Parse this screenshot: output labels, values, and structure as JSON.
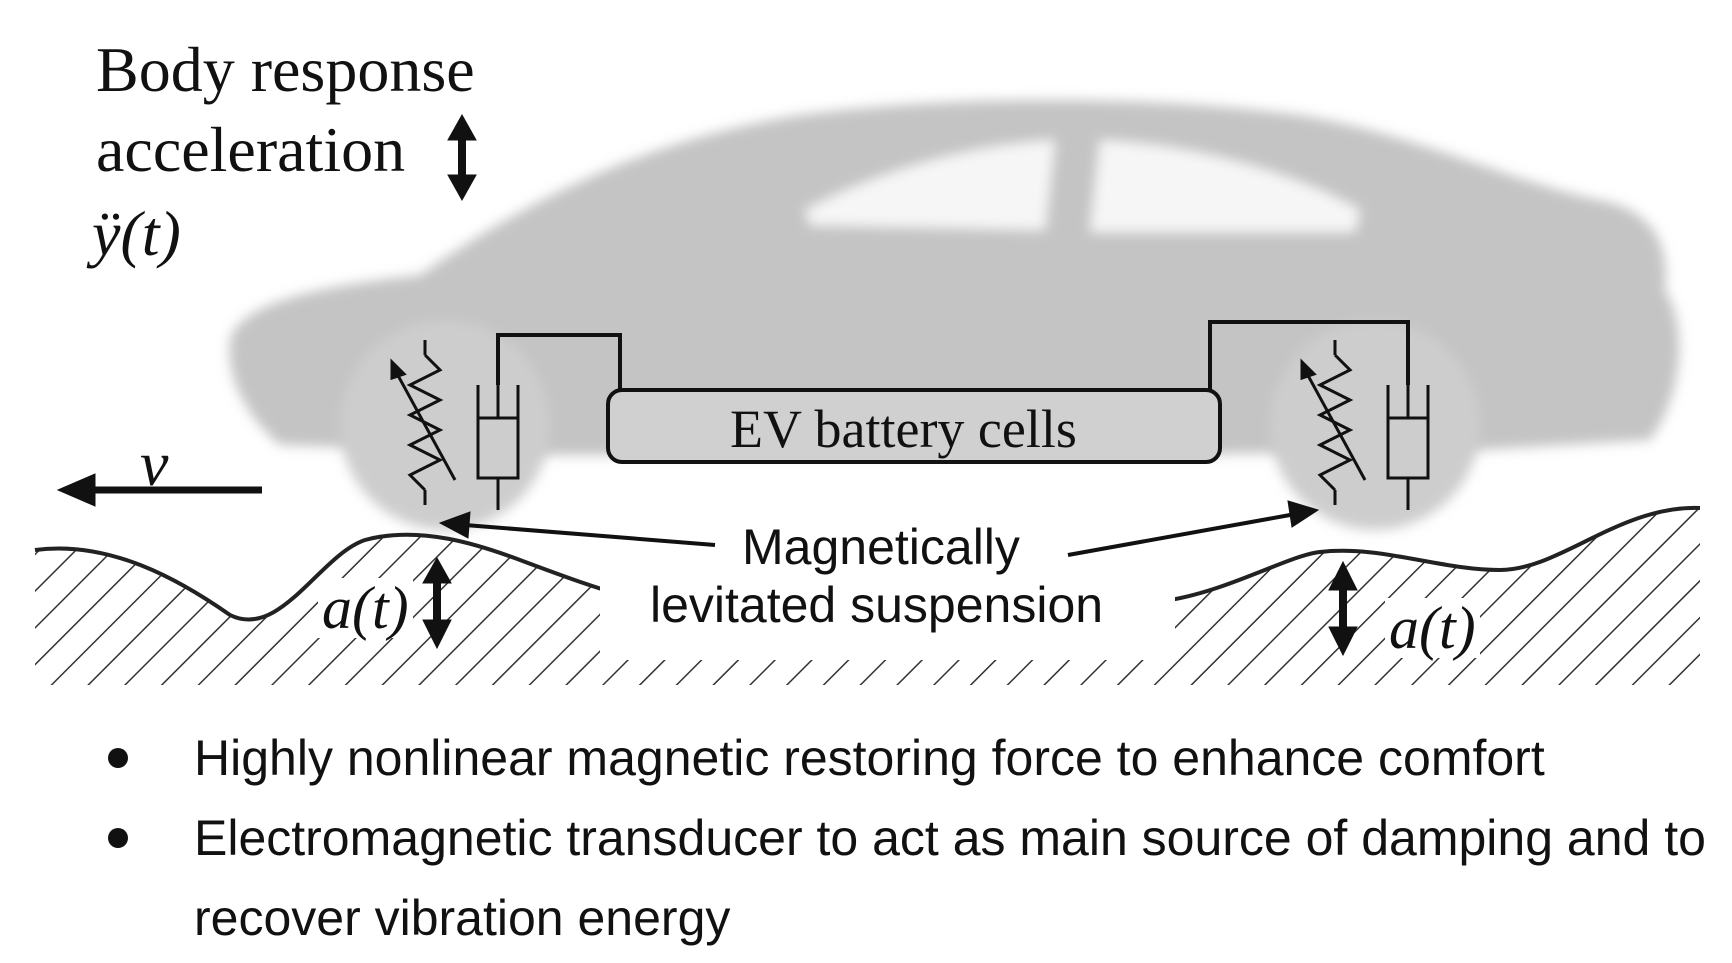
{
  "labels": {
    "body_response_line1": "Body response",
    "body_response_line2": "acceleration",
    "body_response_symbol": "ÿ(t)",
    "velocity_symbol": "v",
    "battery": "EV battery cells",
    "suspension_line1": "Magnetically",
    "suspension_line2": "levitated suspension",
    "road_input_left": "a(t)",
    "road_input_right": "a(t)"
  },
  "bullets": [
    "Highly nonlinear magnetic restoring force to enhance comfort",
    "Electromagnetic transducer to act as main source of damping and to recover vibration energy"
  ],
  "colors": {
    "car_silhouette": "#c4c4c4",
    "wheel": "#cdcdcd",
    "line": "#111111",
    "battery_fill": "#d0d0d0",
    "hatch": "#333333"
  },
  "icons": {
    "spring": "variable-spring-icon",
    "damper": "damper-icon",
    "arrow": "double-arrow-icon"
  }
}
